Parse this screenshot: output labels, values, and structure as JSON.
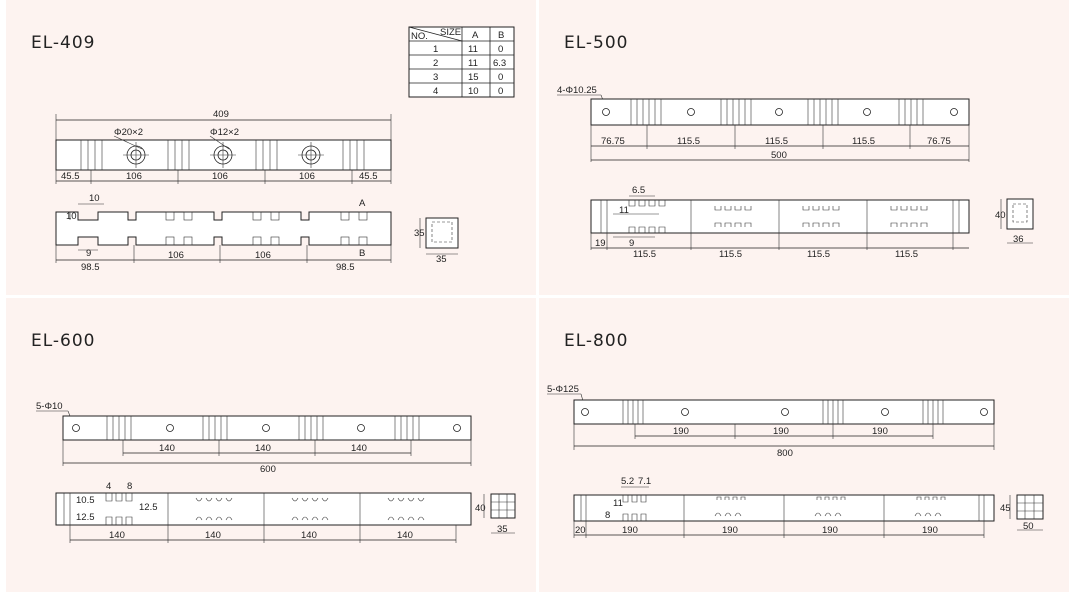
{
  "panels": [
    {
      "title": "EL-409",
      "size_table": {
        "corner_no": "NO.",
        "corner_size": "SIZE",
        "headers": [
          "A",
          "B"
        ],
        "rows": [
          [
            "1",
            "11",
            "0"
          ],
          [
            "2",
            "11",
            "6.3"
          ],
          [
            "3",
            "15",
            "0"
          ],
          [
            "4",
            "10",
            "0"
          ]
        ]
      },
      "top_view": {
        "overall": "409",
        "hole_label_1": "Φ20×2",
        "hole_label_2": "Φ12×2",
        "segments": [
          "45.5",
          "106",
          "106",
          "106",
          "45.5"
        ]
      },
      "front_view": {
        "dims": [
          "10",
          "10",
          "9",
          "98.5",
          "106",
          "106",
          "98.5"
        ],
        "letter_a": "A",
        "letter_b": "B",
        "end_h": "35",
        "end_w": "35"
      }
    },
    {
      "title": "EL-500",
      "top_view": {
        "hole_label": "4-Φ10.25",
        "segments": [
          "76.75",
          "115.5",
          "115.5",
          "115.5",
          "76.75"
        ],
        "overall": "500"
      },
      "front_view": {
        "dims": [
          "6.5",
          "11",
          "9",
          "19"
        ],
        "segments": [
          "115.5",
          "115.5",
          "115.5",
          "115.5"
        ],
        "end_h": "40",
        "end_w": "36"
      }
    },
    {
      "title": "EL-600",
      "top_view": {
        "hole_label": "5-Φ10",
        "segments": [
          "140",
          "140",
          "140"
        ],
        "overall": "600"
      },
      "front_view": {
        "dims": [
          "4",
          "8",
          "10.5",
          "12.5",
          "12.5"
        ],
        "segments": [
          "140",
          "140",
          "140",
          "140"
        ],
        "end_h": "40",
        "end_w": "35"
      }
    },
    {
      "title": "EL-800",
      "top_view": {
        "hole_label": "5-Φ125",
        "segments": [
          "190",
          "190",
          "190"
        ],
        "overall": "800"
      },
      "front_view": {
        "dims": [
          "5.2",
          "7.1",
          "8",
          "11",
          "20"
        ],
        "segments": [
          "190",
          "190",
          "190",
          "190"
        ],
        "end_h": "45",
        "end_w": "50"
      }
    }
  ]
}
